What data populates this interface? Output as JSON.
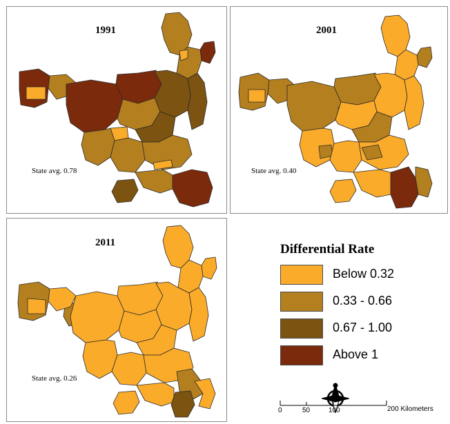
{
  "colors": {
    "below": "#fbab2a",
    "mid": "#b47f1e",
    "high": "#7c5311",
    "above": "#7b2a0c",
    "border": "#2a2a2a"
  },
  "panels": [
    {
      "year": "1991",
      "state_avg": "State avg. 0.78"
    },
    {
      "year": "2001",
      "state_avg": "State avg. 0.40"
    },
    {
      "year": "2011",
      "state_avg": "State avg. 0.26"
    }
  ],
  "legend": {
    "title": "Differential Rate",
    "items": [
      {
        "label": "Below 0.32",
        "color": "#fbab2a"
      },
      {
        "label": "0.33 - 0.66",
        "color": "#b47f1e"
      },
      {
        "label": "0.67 - 1.00",
        "color": "#7c5311"
      },
      {
        "label": "Above 1",
        "color": "#7b2a0c"
      }
    ]
  },
  "scale_bar": {
    "labels": [
      "0",
      "50",
      "100",
      "200 Kilometers"
    ]
  },
  "north_arrow_icon": "north-arrow-icon"
}
